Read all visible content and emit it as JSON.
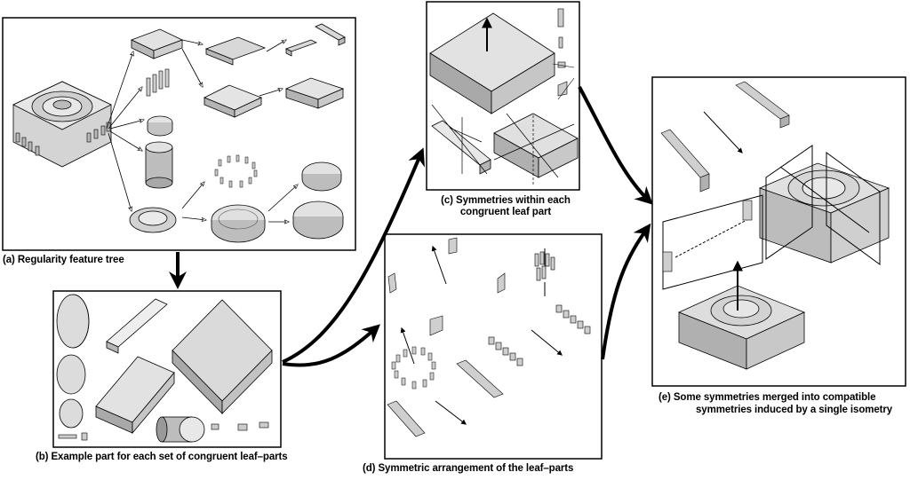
{
  "figure": {
    "captions": {
      "a": "(a) Regularity feature tree",
      "b": "(b) Example part for each set of congruent leaf–parts",
      "c_line1": "(c) Symmetries within each",
      "c_line2": "congruent leaf part",
      "d": "(d) Symmetric arrangement of the leaf–parts",
      "e_line1": "(e) Some symmetries merged into compatible",
      "e_line2": "symmetries induced by a single isometry"
    },
    "colors": {
      "part_face": "#d6d6d6",
      "part_top": "#e6e6e6",
      "part_side": "#a8a8a8",
      "outline": "#000000",
      "background": "#ffffff"
    }
  }
}
